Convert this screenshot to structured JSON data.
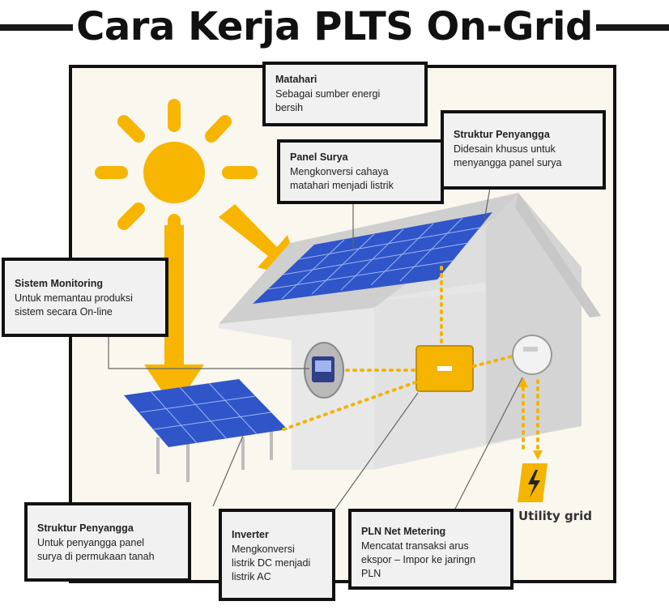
{
  "title": "Cara Kerja PLTS On-Grid",
  "colors": {
    "sun": "#f7b500",
    "panel": "#2f55c9",
    "panel_grid": "#9fb4f0",
    "house_wall": "#dedede",
    "roof": "#cfcfcf",
    "inverter": "#f4b400",
    "dotted_flow": "#f2b400",
    "callout_bg": "#f1f1f1",
    "border": "#111111"
  },
  "callouts": {
    "matahari": {
      "title": "Matahari",
      "desc": "Sebagai sumber energi\nbersih"
    },
    "panel_surya": {
      "title": "Panel Surya",
      "desc": "Mengkonversi cahaya\nmatahari menjadi listrik"
    },
    "struktur_atap": {
      "title": "Struktur Penyangga",
      "desc": "Didesain khusus untuk\nmenyangga panel surya"
    },
    "sistem_monitoring": {
      "title": "Sistem Monitoring",
      "desc": "Untuk memantau produksi\nsistem secara On-line"
    },
    "struktur_tanah": {
      "title": "Struktur Penyangga",
      "desc": "Untuk penyangga panel\nsurya di permukaan tanah"
    },
    "inverter": {
      "title": "Inverter",
      "desc": "Mengkonversi\nlistrik DC menjadi\nlistrik AC"
    },
    "pln": {
      "title": "PLN Net Metering",
      "desc": "Mencatat transaksi arus\nekspor – Impor ke jaringn\nPLN"
    }
  },
  "utility_grid_label": "Utility grid",
  "icons": [
    "sun-icon",
    "lightning-icon"
  ]
}
